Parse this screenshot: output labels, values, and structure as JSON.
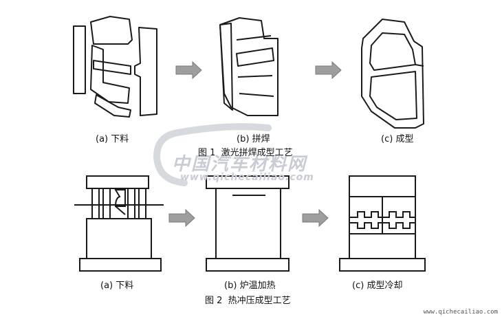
{
  "figure1": {
    "caption_num": "图 1",
    "caption_text": "激光拼焊成型工艺",
    "steps": [
      {
        "marker": "a",
        "label": "下料"
      },
      {
        "marker": "b",
        "label": "拼焊"
      },
      {
        "marker": "c",
        "label": "成型"
      }
    ]
  },
  "figure2": {
    "caption_num": "图 2",
    "caption_text": "热冲压成型工艺",
    "steps": [
      {
        "marker": "a",
        "label": "下料"
      },
      {
        "marker": "b",
        "label": "炉温加热"
      },
      {
        "marker": "c",
        "label": "成型冷却"
      }
    ]
  },
  "watermark": {
    "name": "中国汽车材料网",
    "url": "www.qichecailiao.com"
  },
  "corner_mark": "www.qichecailiao.com"
}
